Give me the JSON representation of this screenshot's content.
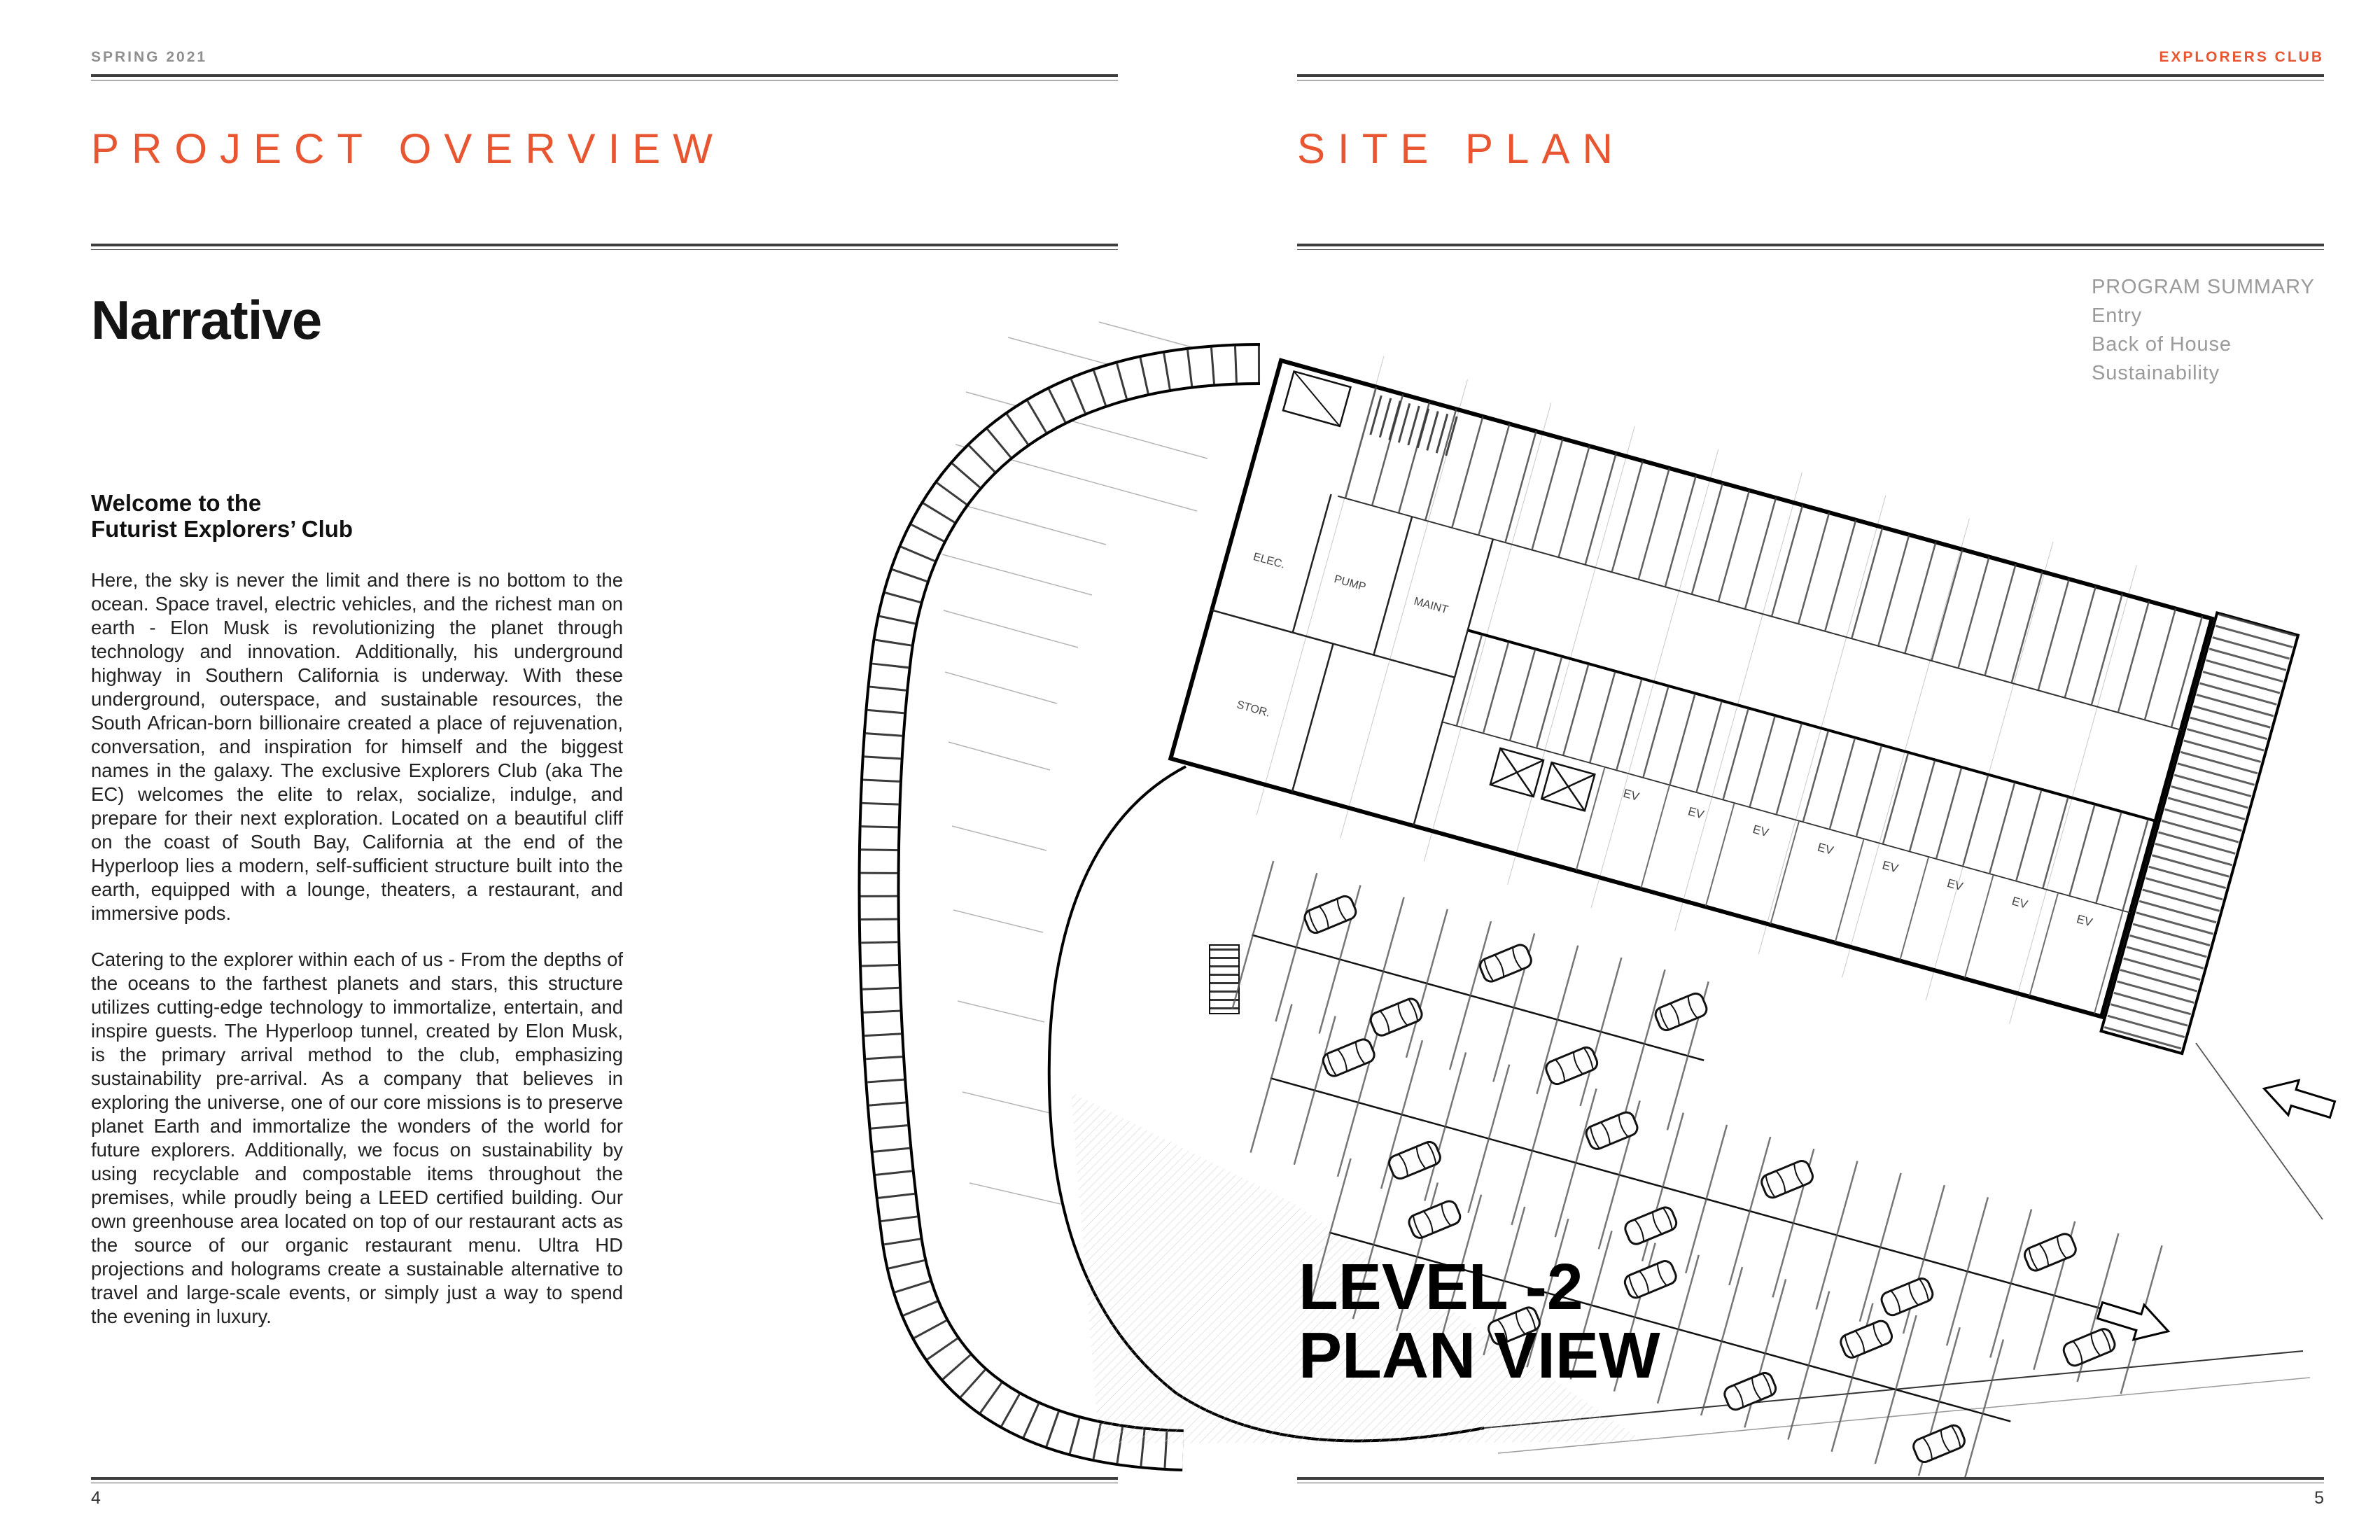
{
  "meta": {
    "left_header": "SPRING 2021",
    "right_header": "EXPLORERS CLUB",
    "left_page_number": "4",
    "right_page_number": "5"
  },
  "left_page": {
    "title": "PROJECT OVERVIEW",
    "heading": "Narrative",
    "subheading_line1": "Welcome to the",
    "subheading_line2": "Futurist Explorers’ Club",
    "paragraphs": [
      "Here, the sky is never the limit and there is no bottom to the ocean. Space travel, electric vehicles, and the richest man on earth - Elon Musk is revolutionizing the planet through technology and innovation. Additionally, his underground highway in Southern California is underway. With these underground, outerspace, and sustainable resources, the South African-born billionaire created a place of rejuvenation, conversation, and inspiration for himself and the biggest names in the galaxy. The exclusive Explorers Club (aka The EC) welcomes the elite to relax, socialize, indulge, and prepare for their next exploration. Located on a beautiful cliff on the coast of South Bay, California at the end of the Hyperloop lies a modern, self-sufficient structure built into the earth, equipped with a lounge, theaters, a restaurant, and immersive pods.",
      "Catering to the explorer within each of us -  From the depths of the oceans to the farthest planets and stars, this structure utilizes cutting-edge technology to immortalize, entertain, and inspire guests. The Hyperloop tunnel, created by Elon Musk, is the primary arrival method to the club, emphasizing sustainability pre-arrival. As a company that believes in exploring the universe, one of our core missions is to preserve planet Earth and immortalize the wonders of the world for future explorers. Additionally, we focus on sustainability by using recyclable and compostable items throughout the premises, while proudly being a LEED certified building. Our own greenhouse area located on top of our restaurant acts as the source of our organic restaurant menu. Ultra HD projections and holograms create a sustainable alternative to travel and large-scale events, or simply just a way to spend the evening in luxury."
    ]
  },
  "right_page": {
    "title": "SITE PLAN",
    "legend": {
      "title": "PROGRAM SUMMARY",
      "items": [
        "Entry",
        "Back of House",
        "Sustainability"
      ]
    },
    "plan": {
      "label_line1": "LEVEL -2",
      "label_line2": "PLAN VIEW",
      "ev_label": "EV",
      "room_labels": [
        "ELEC.",
        "PUMP",
        "MAINT",
        "STOR."
      ]
    }
  },
  "colors": {
    "accent": "#e85531",
    "header_gray": "#8f8f8f",
    "rule": "#3d3d3d"
  }
}
